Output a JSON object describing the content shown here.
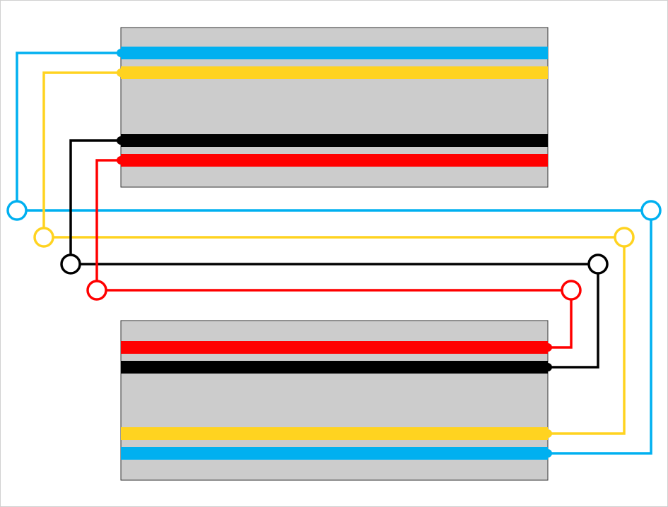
{
  "diagram": {
    "background": "#ffffff",
    "border_color": "#d0d0d0",
    "block_fill": "#cccccc",
    "block_stroke": "#333333",
    "blocks": [
      {
        "id": "top-block"
      },
      {
        "id": "bottom-block"
      }
    ],
    "connections": [
      {
        "id": "blue",
        "color": "#00b0f0"
      },
      {
        "id": "yellow",
        "color": "#ffd320"
      },
      {
        "id": "black",
        "color": "#000000"
      },
      {
        "id": "red",
        "color": "#ff0000"
      }
    ]
  }
}
